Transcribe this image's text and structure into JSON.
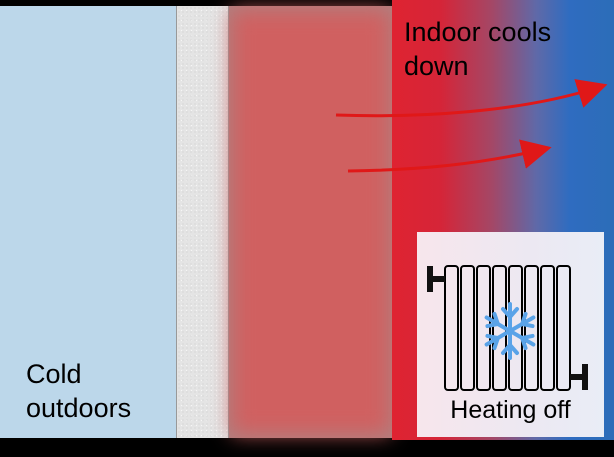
{
  "labels": {
    "outdoor": "Cold outdoors",
    "indoor": "Indoor cools down",
    "heater": "Heating off"
  },
  "colors": {
    "outdoor": "#bcd7ea",
    "insulation": "#e4e4e4",
    "wall": "#c06868",
    "room_warm": "#df2331",
    "room_cold": "#2c6db8",
    "arrow": "#e01818",
    "snowflake": "#5aa3e8"
  },
  "icons": {
    "radiator": "radiator-icon",
    "snowflake": "snowflake-icon",
    "arrow": "heat-loss-arrow"
  }
}
